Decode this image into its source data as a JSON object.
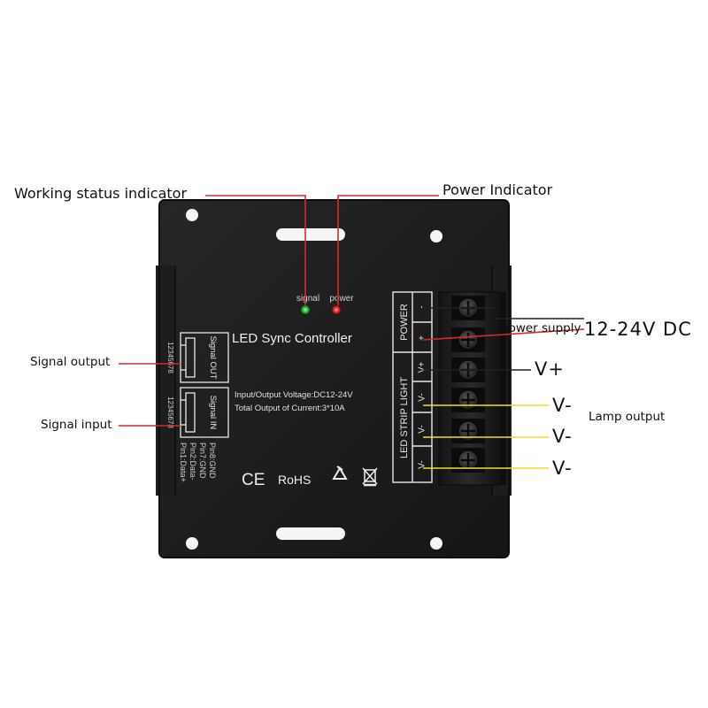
{
  "callouts": {
    "working_status": "Working status indicator",
    "power_indicator": "Power Indicator",
    "signal_output": "Signal output",
    "signal_input": "Signal input",
    "power_supply": "power supply",
    "supply_voltage": "12-24V DC",
    "v_plus": "V+",
    "v_minus_1": "V-",
    "v_minus_2": "V-",
    "v_minus_3": "V-",
    "lamp_output": "Lamp output"
  },
  "device": {
    "led_labels": {
      "signal": "signal",
      "power": "power"
    },
    "title": "LED Sync Controller",
    "spec_voltage": "Input/Output Voltage:DC12-24V",
    "spec_current": "Total Output of Current:3*10A",
    "port_out_label": "Signal OUT",
    "port_in_label": "Signal IN",
    "pin_numbers": "12345678",
    "pin_legend": [
      "Pin1:Data+",
      "Pin2:Data-",
      "Pin7:GND",
      "Pin8:GND"
    ],
    "certs": {
      "ce": "CE",
      "rohs": "RoHS",
      "recycle": "recycle-icon",
      "weee": "weee-bin-icon"
    },
    "terminal_group_power": "POWER",
    "terminal_group_light": "LED STRIP LIGHT",
    "terminal_labels": [
      "-",
      "+",
      "V+",
      "V-",
      "V-",
      "V-"
    ]
  },
  "colors": {
    "housing": "#1c1c1c",
    "status_led": "#29d13a",
    "power_led": "#ff2a2a",
    "leader_red": "#d82a2a",
    "leader_yellow": "#f2e01c",
    "leader_dark": "#222222"
  }
}
